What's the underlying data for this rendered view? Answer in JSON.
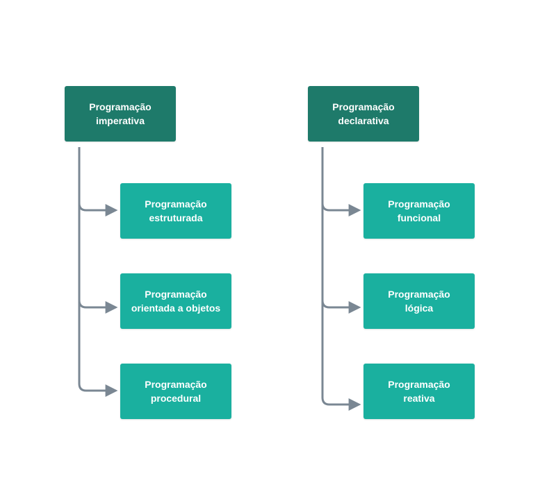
{
  "colors": {
    "parent_fill": "#1e7a6a",
    "child_fill": "#1ab09f",
    "connector": "#7a8793",
    "text": "#ffffff"
  },
  "groups": [
    {
      "parent": "Programação\nimperativa",
      "children": [
        "Programação\nestruturada",
        "Programação\norientada a objetos",
        "Programação\nprocedural"
      ]
    },
    {
      "parent": "Programação\ndeclarativa",
      "children": [
        "Programação\nfuncional",
        "Programação\nlógica",
        "Programação\nreativa"
      ]
    }
  ]
}
